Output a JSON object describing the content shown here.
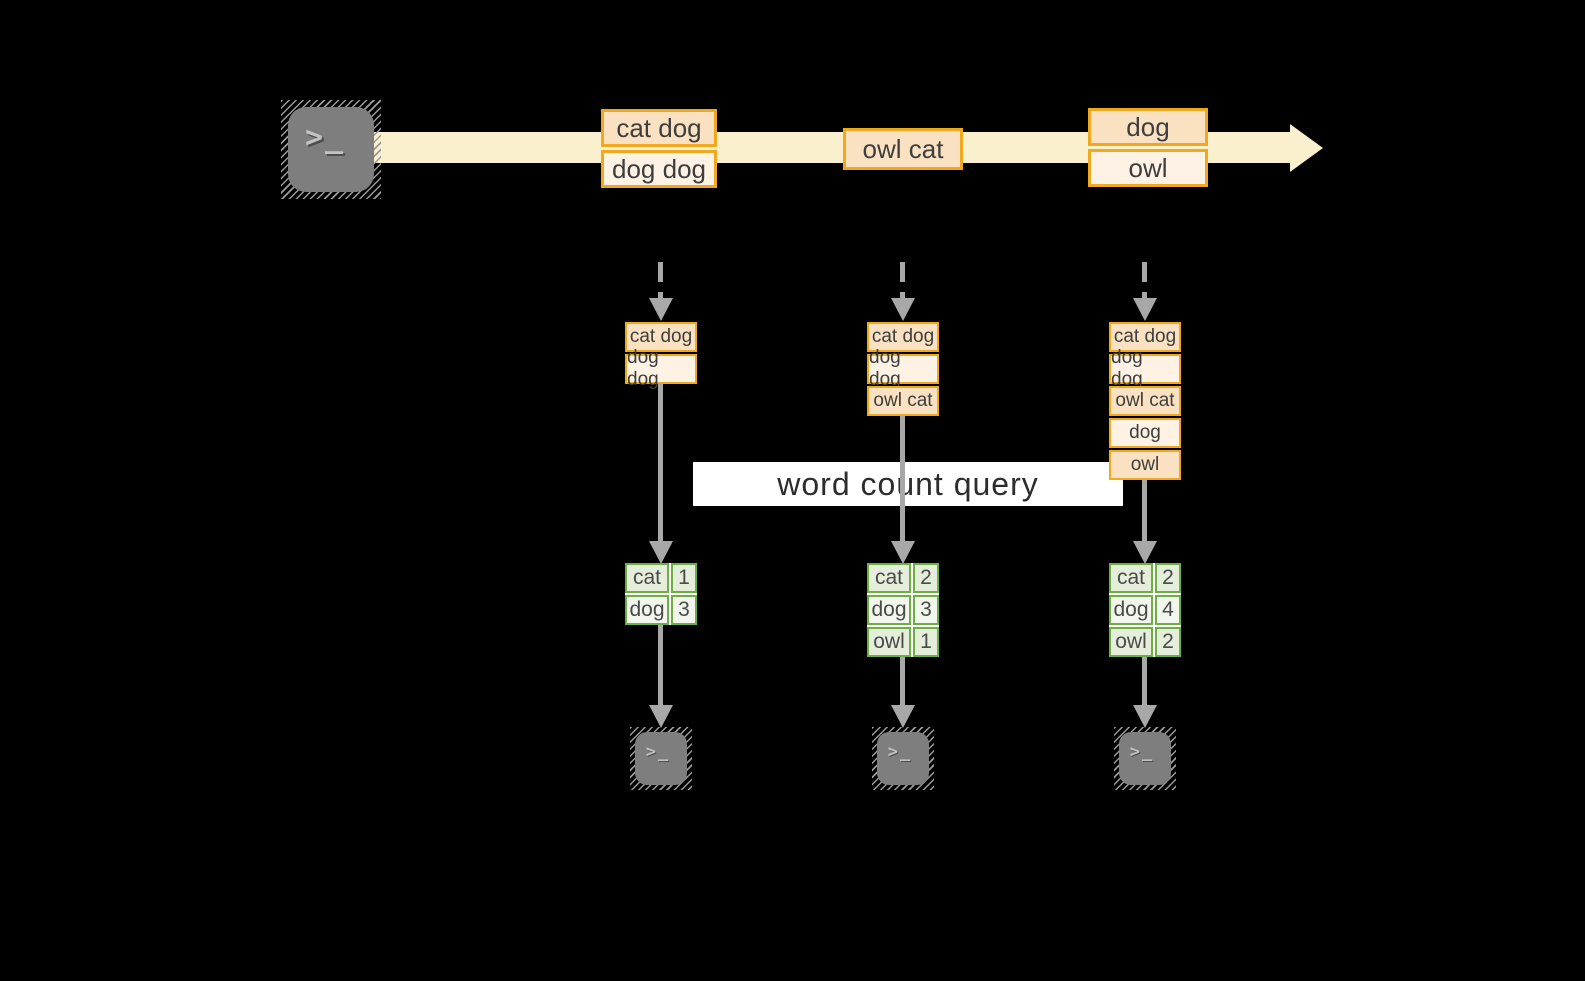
{
  "title": "word count query",
  "icons": {
    "terminal_prompt": ">_"
  },
  "stream": {
    "batches": [
      {
        "events": [
          "cat dog",
          "dog dog"
        ]
      },
      {
        "events": [
          "owl cat"
        ]
      },
      {
        "events": [
          "dog",
          "owl"
        ]
      }
    ]
  },
  "columns": [
    {
      "state": [
        "cat dog",
        "dog dog"
      ],
      "result": {
        "rows": [
          {
            "word": "cat",
            "count": "1"
          },
          {
            "word": "dog",
            "count": "3"
          }
        ]
      }
    },
    {
      "state": [
        "cat dog",
        "dog dog",
        "owl cat"
      ],
      "result": {
        "rows": [
          {
            "word": "cat",
            "count": "2"
          },
          {
            "word": "dog",
            "count": "3"
          },
          {
            "word": "owl",
            "count": "1"
          }
        ]
      }
    },
    {
      "state": [
        "cat dog",
        "dog dog",
        "owl cat",
        "dog",
        "owl"
      ],
      "result": {
        "rows": [
          {
            "word": "cat",
            "count": "2"
          },
          {
            "word": "dog",
            "count": "4"
          },
          {
            "word": "owl",
            "count": "2"
          }
        ]
      }
    }
  ],
  "colors": {
    "background": "#000000",
    "stream_fill": "#faf0cd",
    "box_border": "#f0a81e",
    "box_fill_dark": "#fae1c1",
    "box_fill_light": "#fdf2e4",
    "table_border": "#6fae44",
    "table_fill_dark": "#e4eedb",
    "table_fill_light": "#f2f6ed",
    "arrow_gray": "#a8a8a8",
    "terminal_gray": "#7e7e7e",
    "label_background": "#ffffff"
  }
}
